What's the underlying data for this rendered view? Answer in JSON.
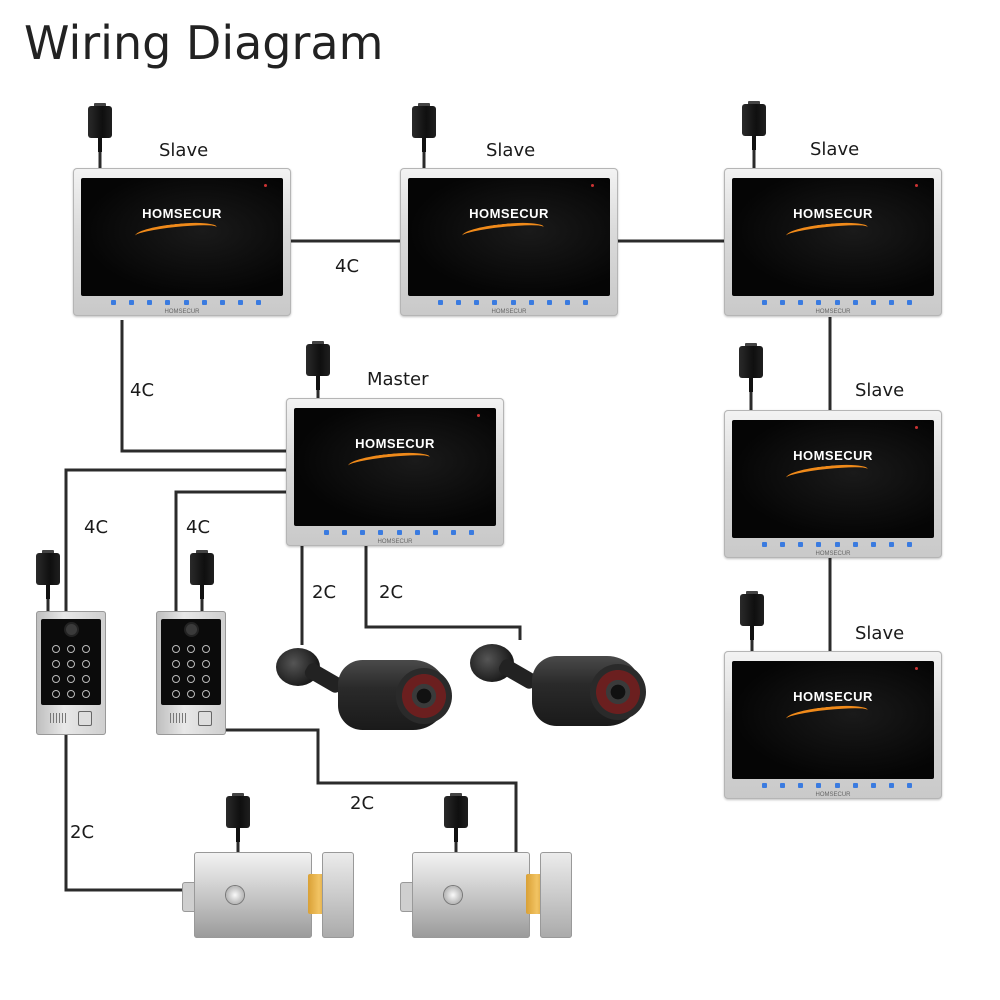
{
  "title": "Wiring Diagram",
  "devices": {
    "master": {
      "label": "Master"
    },
    "slave_1": {
      "label": "Slave"
    },
    "slave_2": {
      "label": "Slave"
    },
    "slave_3": {
      "label": "Slave"
    },
    "slave_4": {
      "label": "Slave"
    },
    "slave_5": {
      "label": "Slave"
    },
    "monitor_logo": "HOMSECUR",
    "monitor_brand": "HOMSECUR"
  },
  "cables": {
    "slave1_slave2": "4C",
    "slave1_master": "4C",
    "station1_master": "4C",
    "station2_master": "4C",
    "master_camera1": "2C",
    "master_camera2": "2C",
    "station1_lock1": "2C",
    "station2_lock2": "2C"
  },
  "colors": {
    "wire": "#2b2b2b",
    "accent": "#f08a1a",
    "icon": "#3a7be0"
  }
}
